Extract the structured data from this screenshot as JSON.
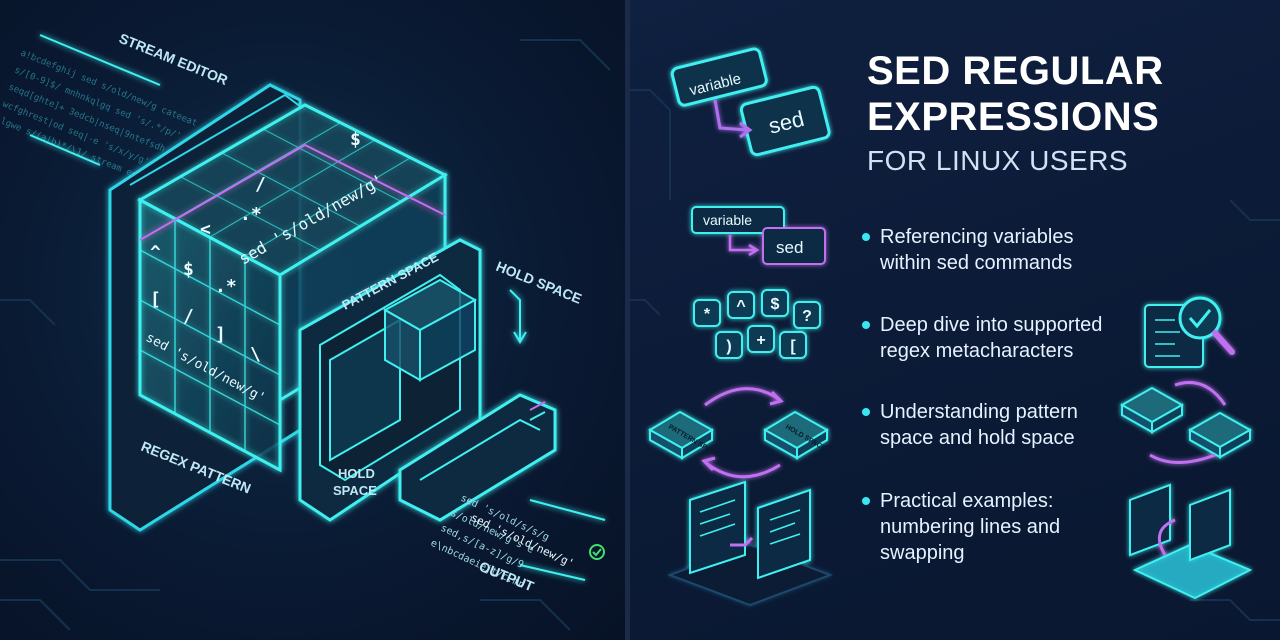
{
  "title": {
    "line1": "SED REGULAR",
    "line2": "EXPRESSIONS",
    "subtitle": "FOR LINUX USERS"
  },
  "bullets": [
    {
      "line1": "Referencing variables",
      "line2": "within sed commands",
      "line3": ""
    },
    {
      "line1": "Deep dive into supported",
      "line2": "regex metacharacters",
      "line3": ""
    },
    {
      "line1": "Understanding pattern",
      "line2": "space and hold space",
      "line3": ""
    },
    {
      "line1": "Practical examples:",
      "line2": "numbering lines and",
      "line3": "swapping"
    }
  ],
  "icons": {
    "top_variable": "variable",
    "top_sed": "sed",
    "small_variable": "variable",
    "small_sed": "sed",
    "metachars": [
      "*",
      "^",
      "$",
      "?",
      ")",
      "+",
      "["
    ],
    "pattern_space": "PATTERN SPACE",
    "hold_space": "HOLD SPACE"
  },
  "illustration": {
    "stream_editor": "STREAM EDITOR",
    "regex_pattern": "REGEX PATTERN",
    "pattern_space": "PATTERN SPACE",
    "hold_space_top": "HOLD SPACE",
    "hold_space_inner1": "HOLD",
    "hold_space_inner2": "SPACE",
    "output": "OUTPUT",
    "cube_command_top": "sed 's/old/new/g'",
    "cube_command_side": "sed 's/old/new/g'",
    "output_command": "sed 's/old/new/g'",
    "grid_symbols": [
      "^",
      "$",
      ".*",
      "[",
      "/",
      "]",
      "\\",
      ".*",
      "$",
      "/",
      "<"
    ]
  },
  "colors": {
    "accent": "#3ff0f0",
    "magenta": "#c070f0",
    "background": "#0a1730"
  }
}
